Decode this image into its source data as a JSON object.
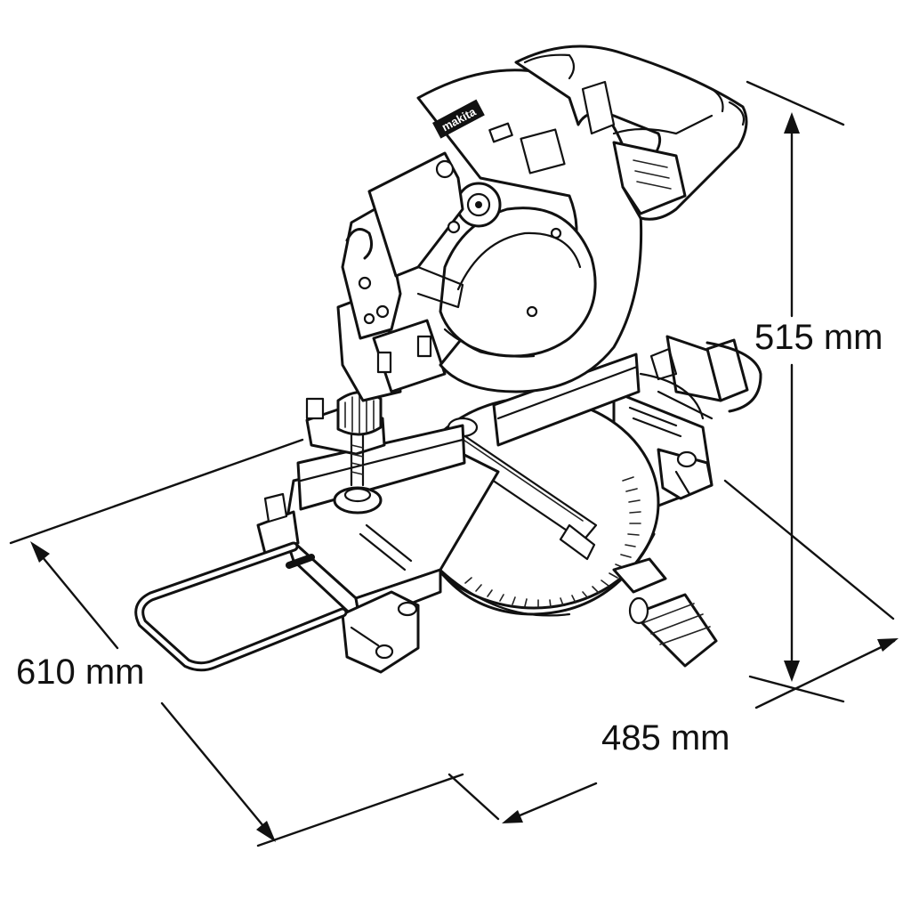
{
  "figure": {
    "subject": "miter-saw-line-drawing",
    "brand_plate_text": "makita"
  },
  "dimensions": {
    "height_label": "515 mm",
    "depth_label": "610 mm",
    "width_label": "485 mm"
  }
}
